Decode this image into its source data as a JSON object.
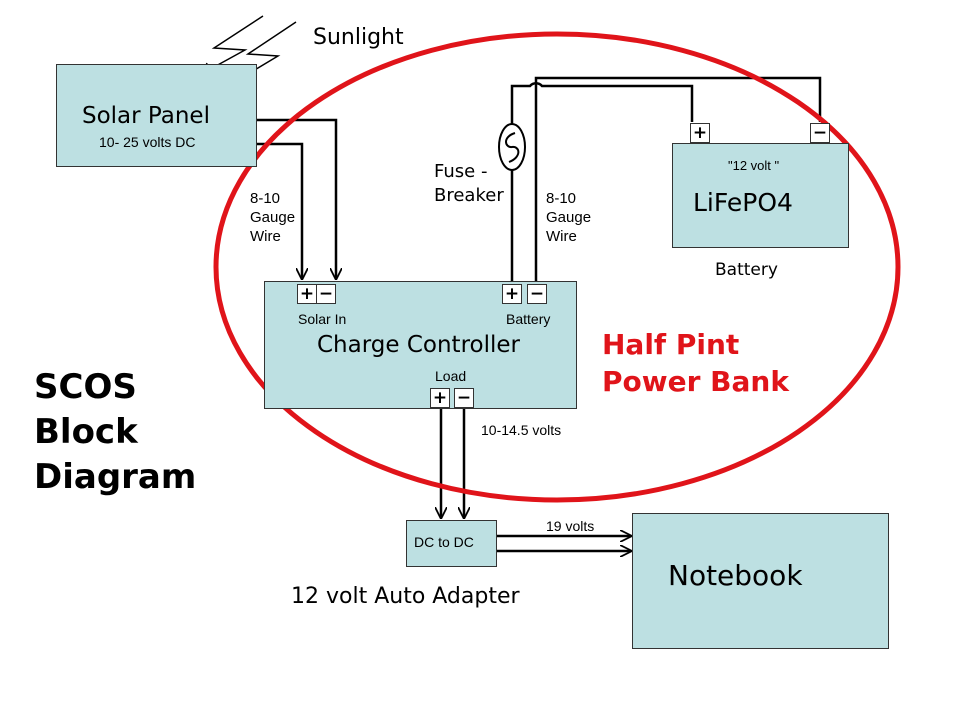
{
  "sunlight": "Sunlight",
  "solar_panel": {
    "title": "Solar Panel",
    "spec": "10- 25 volts DC"
  },
  "gauge_left": [
    "8-10",
    "Gauge",
    "Wire"
  ],
  "gauge_right": [
    "8-10",
    "Gauge",
    "Wire"
  ],
  "fuse": [
    "Fuse -",
    "Breaker"
  ],
  "battery": {
    "rating": "\"12 volt \"",
    "chemistry": "LiFePO4",
    "label": "Battery"
  },
  "terminals": {
    "plus": "+",
    "minus": "−"
  },
  "charge_controller": {
    "title": "Charge Controller",
    "solar_in": "Solar In",
    "battery": "Battery",
    "load": "Load"
  },
  "load_voltage": "10-14.5 volts",
  "half_pint": [
    "Half Pint",
    "Power Bank"
  ],
  "scos": [
    "SCOS",
    "Block",
    "Diagram"
  ],
  "dc_to_dc": "DC to DC",
  "output_voltage": "19 volts",
  "auto_adapter": "12 volt Auto Adapter",
  "notebook": "Notebook",
  "colors": {
    "box_fill": "#bde0e2",
    "highlight_ellipse": "#e0141a",
    "wire": "#000000"
  },
  "icons": [
    "lightning-bolt-icon",
    "fuse-breaker-icon"
  ]
}
